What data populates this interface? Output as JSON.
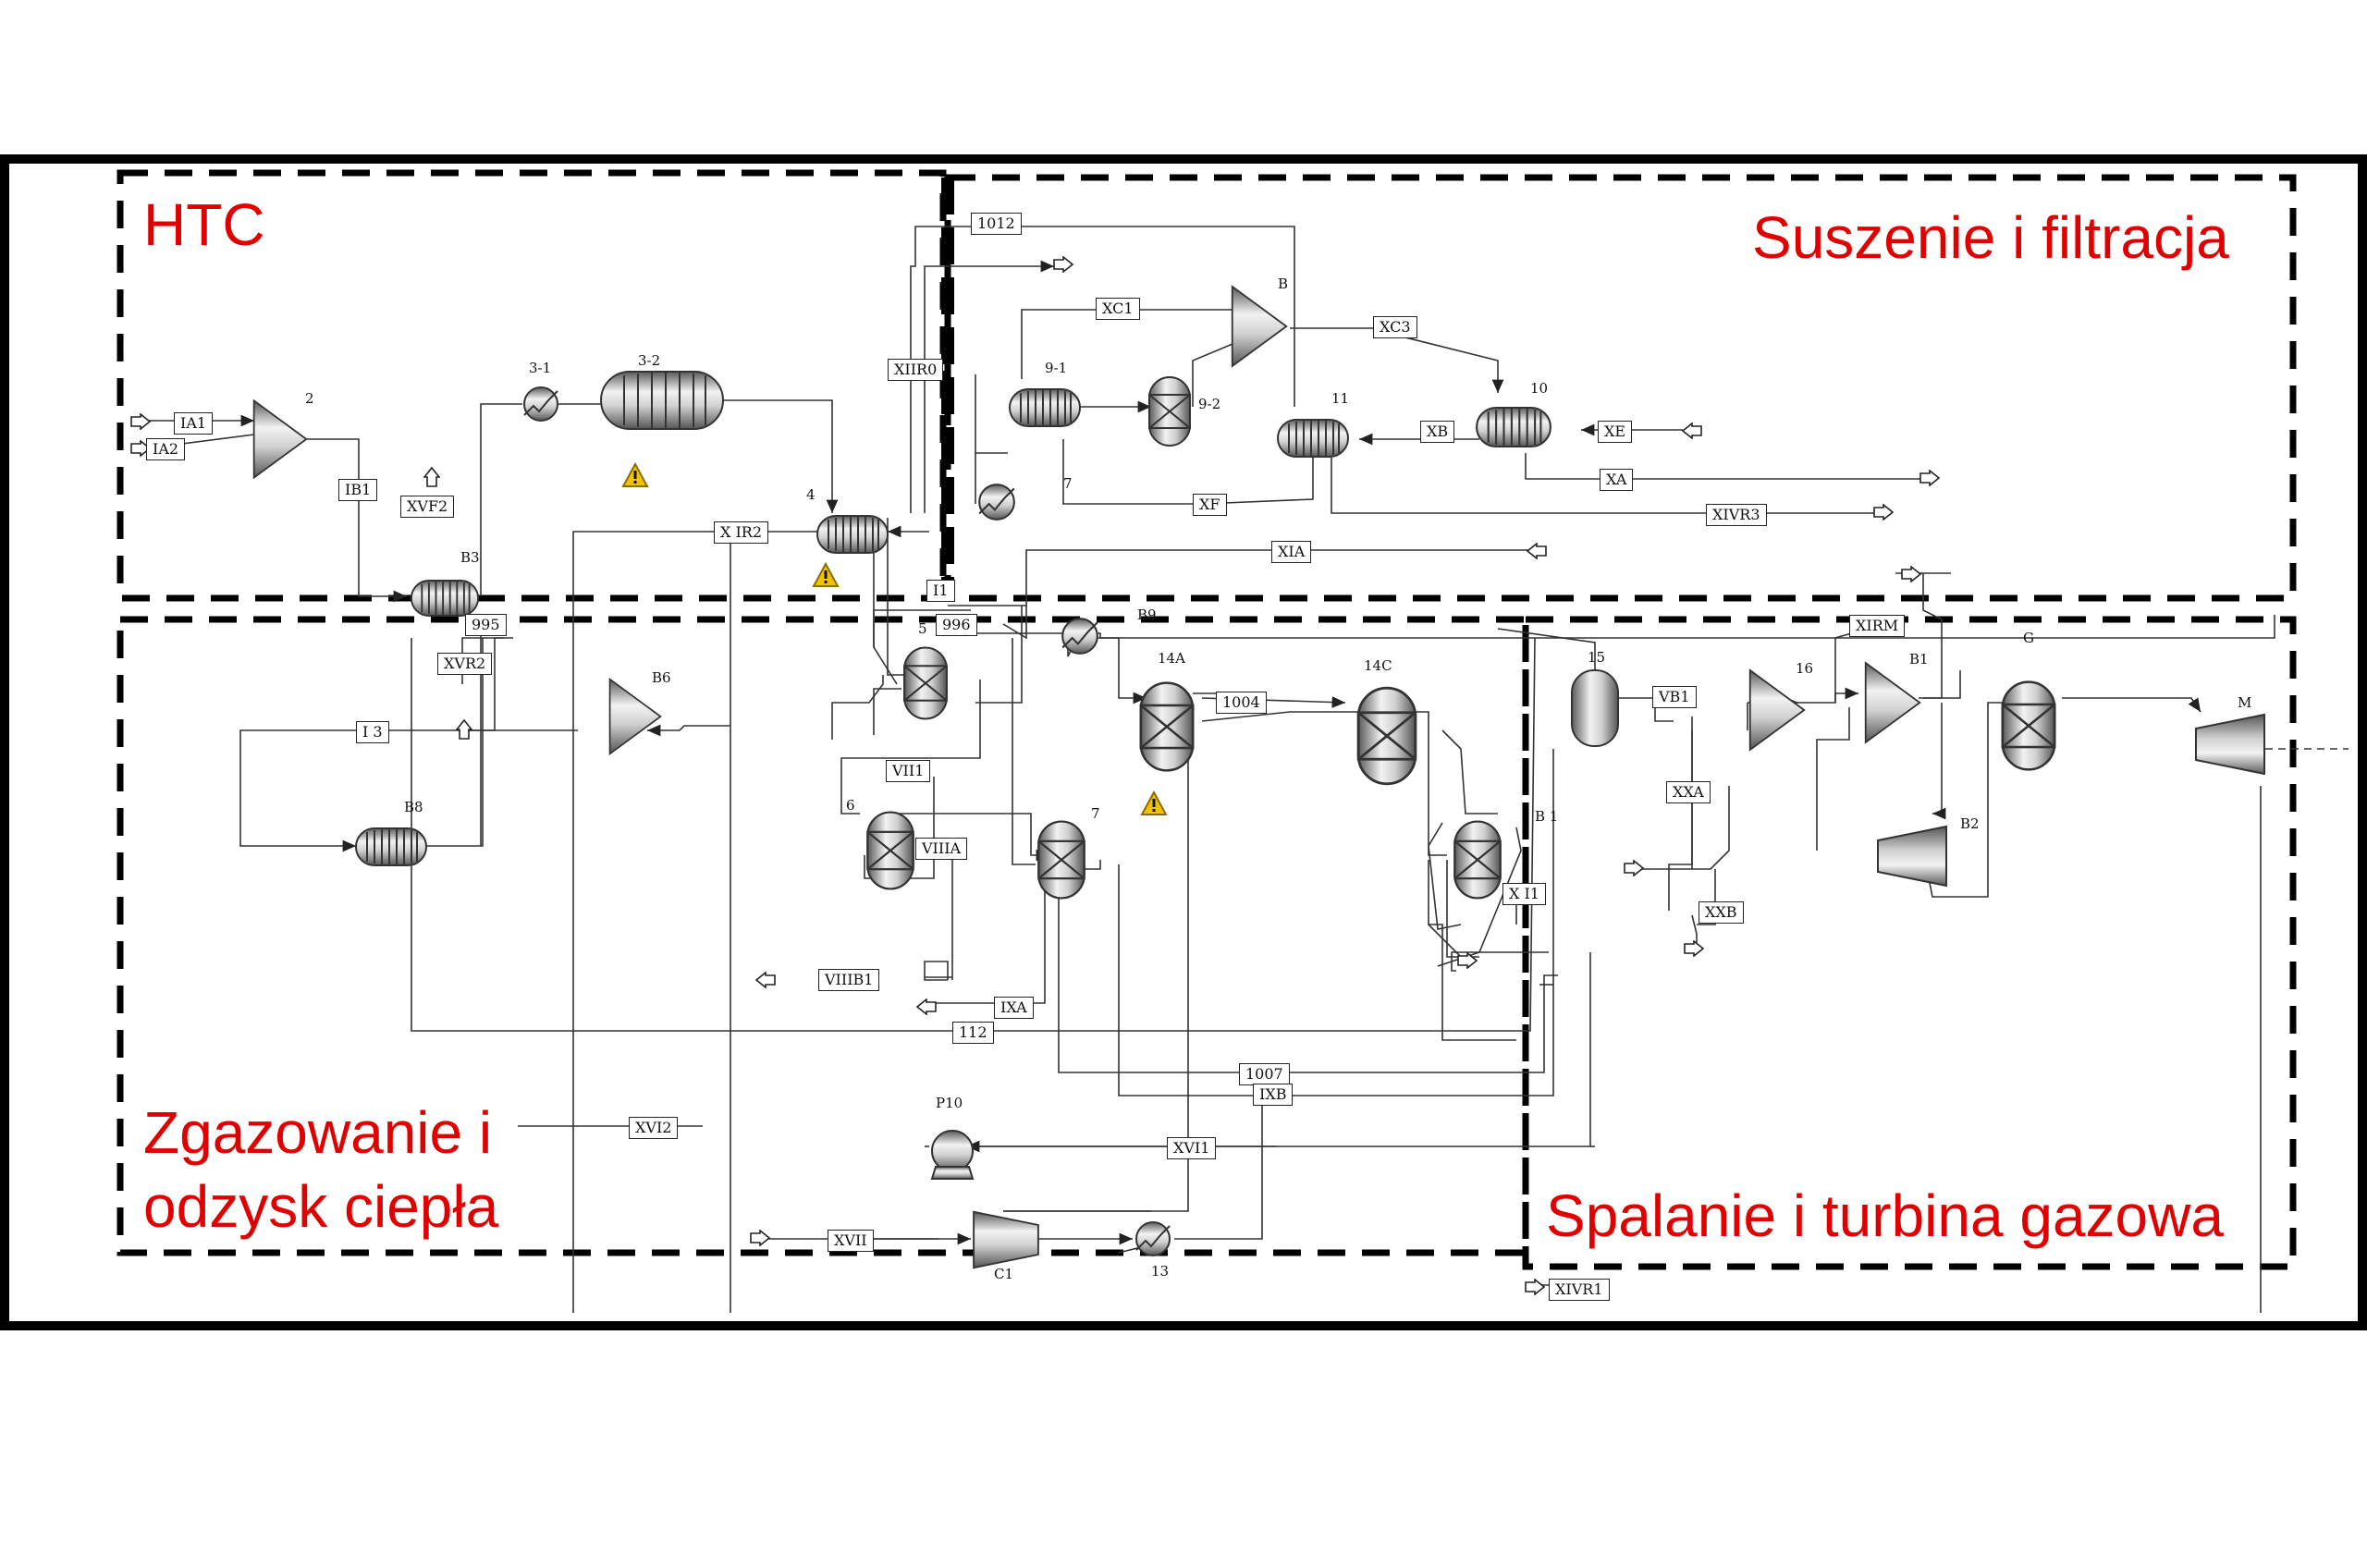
{
  "regions": {
    "htc": "HTC",
    "drying": "Suszenie i filtracja",
    "gasification_line1": "Zgazowanie i",
    "gasification_line2": "odzysk ciepła",
    "combustion": "Spalanie i turbina gazowa"
  },
  "blocks": {
    "mixer_2": "2",
    "hx_3_1": "3-1",
    "vessel_3_2": "3-2",
    "hx_4": "4",
    "hx_b3": "B3",
    "mixer_b6": "B6",
    "hx_b8": "B8",
    "hx_9_1": "9-1",
    "reactor_9_2": "9-2",
    "mixer_b": "B",
    "heater_7": "7",
    "hx_11": "11",
    "hx_10": "10",
    "reactor_5": "5",
    "heater_b9": "B9",
    "reactor_14a": "14A",
    "reactor_14c": "14C",
    "reactor_6": "6",
    "reactor_7": "7",
    "reactor_b11": "B 1",
    "flash_15": "15",
    "mixer_16": "16",
    "compressor_b1": "B1",
    "turbine_b2": "B2",
    "reactor_g": "G",
    "turbine_m": "M",
    "pump_p10": "P10",
    "compressor_c1": "C1",
    "heater_13": "13"
  },
  "streams": {
    "IA1": "IA1",
    "IA2": "IA2",
    "IB1": "IB1",
    "XVF2": "XVF2",
    "XIIR2": "X IR2",
    "XIIR0": "XIIR0",
    "S1012": "1012",
    "XC1": "XC1",
    "XC3": "XC3",
    "XB": "XB",
    "XE": "XE",
    "XA": "XA",
    "XF": "XF",
    "XIVR3": "XIVR3",
    "XIA": "XIA",
    "S995": "995",
    "S996": "996",
    "XVR2": "XVR2",
    "IB3": "I 3",
    "VII1": "VII1",
    "VIIIA": "VIIIA",
    "VIIIB1": "VIIIB1",
    "IXA": "IXA",
    "S112": "112",
    "S1004": "1004",
    "S1007": "1007",
    "IXB": "IXB",
    "XVI2": "XVI2",
    "XVI1": "XVI1",
    "XVII": "XVII",
    "VB1": "VB1",
    "XXA": "XXA",
    "XXB": "XXB",
    "XIRM": "XIRM",
    "XIVR1": "XIVR1",
    "XIIC1": "X  I1",
    "XIII1": "I1"
  }
}
